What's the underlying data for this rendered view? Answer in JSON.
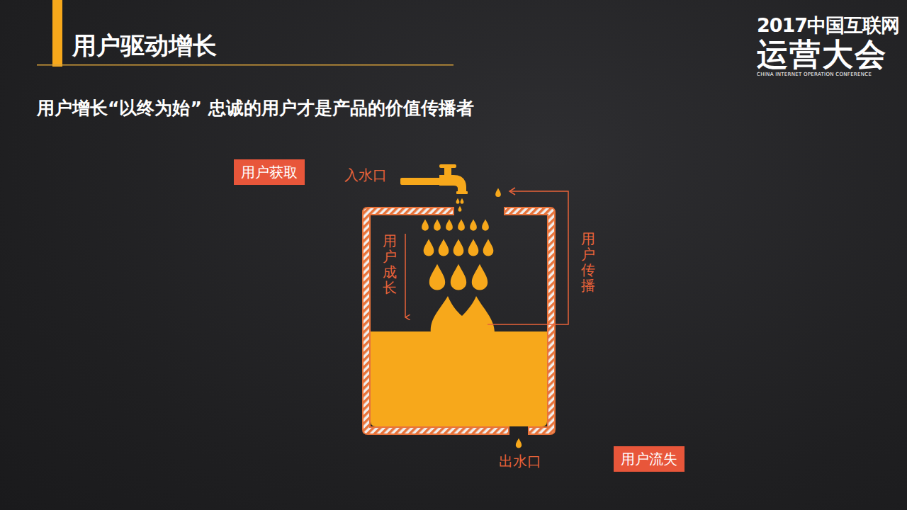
{
  "diagram": {
    "title": "用户驱动增长",
    "nodes": [
      {
        "text": [
          "用户获取"
        ]
      },
      {
        "text": [
          "用户成长"
        ]
      },
      {
        "text": [
          "用户流失"
        ]
      }
    ],
    "labels": [
      "2017中国互联网",
      "运营大会",
      "CHINA INTERNET OPERATION CONFERENCE",
      "用户增长“以终为始” 忠诚的用户才是产品的价值传播者",
      "入水口",
      "用户传播",
      "出水口"
    ]
  }
}
